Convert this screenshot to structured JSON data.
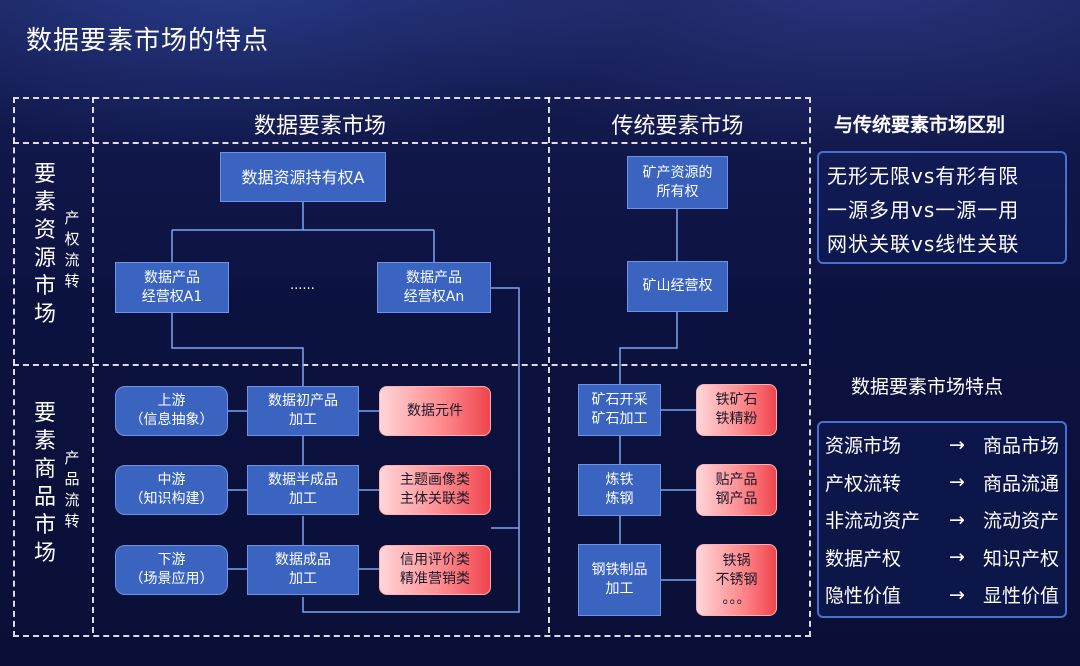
{
  "title": "数据要素市场的特点",
  "columns": {
    "data_market": "数据要素市场",
    "traditional_market": "传统要素市场"
  },
  "rows": {
    "resource": {
      "label": "要素资源市场",
      "sub": "产权流转"
    },
    "product": {
      "label": "要素商品市场",
      "sub": "产品流转"
    }
  },
  "data_side": {
    "ownership": "数据资源持有权A",
    "op_a1": "数据产品\n经营权A1",
    "ellipsis": "......",
    "op_an": "数据产品\n经营权An",
    "stages": [
      {
        "stream": "上游\n（信息抽象）",
        "process": "数据初产品\n加工",
        "output": "数据元件"
      },
      {
        "stream": "中游\n（知识构建）",
        "process": "数据半成品\n加工",
        "output": "主题画像类\n主体关联类"
      },
      {
        "stream": "下游\n（场景应用）",
        "process": "数据成品\n加工",
        "output": "信用评价类\n精准营销类"
      }
    ]
  },
  "traditional_side": {
    "ownership": "矿产资源的\n所有权",
    "operation": "矿山经营权",
    "stages": [
      {
        "process": "矿石开采\n矿石加工",
        "output": "铁矿石\n铁精粉"
      },
      {
        "process": "炼铁\n炼钢",
        "output": "贴产品\n钢产品"
      },
      {
        "process": "钢铁制品\n加工",
        "output": "铁锅\n不锈钢\n。。。"
      }
    ]
  },
  "difference": {
    "heading": "与传统要素市场区别",
    "items": [
      "无形无限vs有形有限",
      "一源多用vs一源一用",
      "网状关联vs线性关联"
    ]
  },
  "features": {
    "heading": "数据要素市场特点",
    "arrow": "→",
    "items": [
      {
        "from": "资源市场",
        "to": "商品市场"
      },
      {
        "from": "产权流转",
        "to": "商品流通"
      },
      {
        "from": "非流动资产",
        "to": "流动资产"
      },
      {
        "from": "数据产权",
        "to": "知识产权"
      },
      {
        "from": "隐性价值",
        "to": "显性价值"
      }
    ]
  }
}
